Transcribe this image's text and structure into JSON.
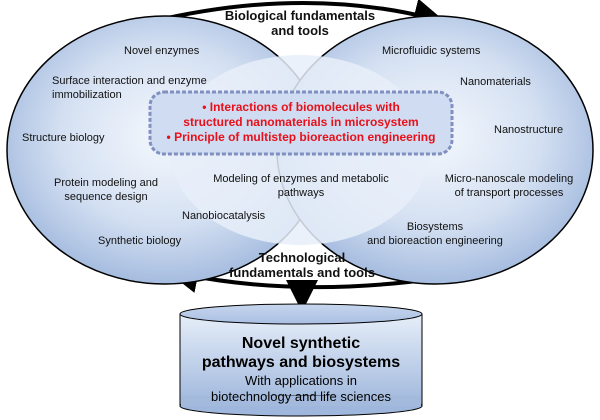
{
  "top_label": [
    "Biological fundamentals",
    "and tools"
  ],
  "bottom_label": [
    "Technological",
    "fundamentals and tools"
  ],
  "left_items": {
    "novel_enzymes": "Novel enzymes",
    "surface_interaction": [
      "Surface interaction and enzyme",
      "immobilization"
    ],
    "structure_biology": "Structure biology",
    "protein_modeling": [
      "Protein modeling and",
      "sequence design"
    ],
    "nanobiocatalysis": "Nanobiocatalysis",
    "synthetic_biology": "Synthetic biology"
  },
  "right_items": {
    "microfluidic": "Microfluidic systems",
    "nanomaterials": "Nanomaterials",
    "nanostructure": "Nanostructure",
    "micro_nano_modeling": [
      "Micro-nanoscale modeling",
      "of transport processes"
    ],
    "biosystems": [
      "Biosystems",
      "and bioreaction engineering"
    ]
  },
  "overlap_item": [
    "Modeling of enzymes and metabolic",
    "pathways"
  ],
  "center_box": {
    "line1": "• Interactions of biomolecules with",
    "line2": "structured nanomaterials in microsystem",
    "line3": "• Principle of multistep bioreaction engineering"
  },
  "cylinder": {
    "title": [
      "Novel synthetic",
      "pathways and biosystems"
    ],
    "subtitle": [
      "With applications in",
      "biotechnology and life sciences"
    ]
  },
  "colors": {
    "fill_light": "#dde7f5",
    "fill_dark": "#8eaad6",
    "outline": "#000000",
    "highlight_text": "#e8101a",
    "box_border": "#7f8fbf"
  }
}
